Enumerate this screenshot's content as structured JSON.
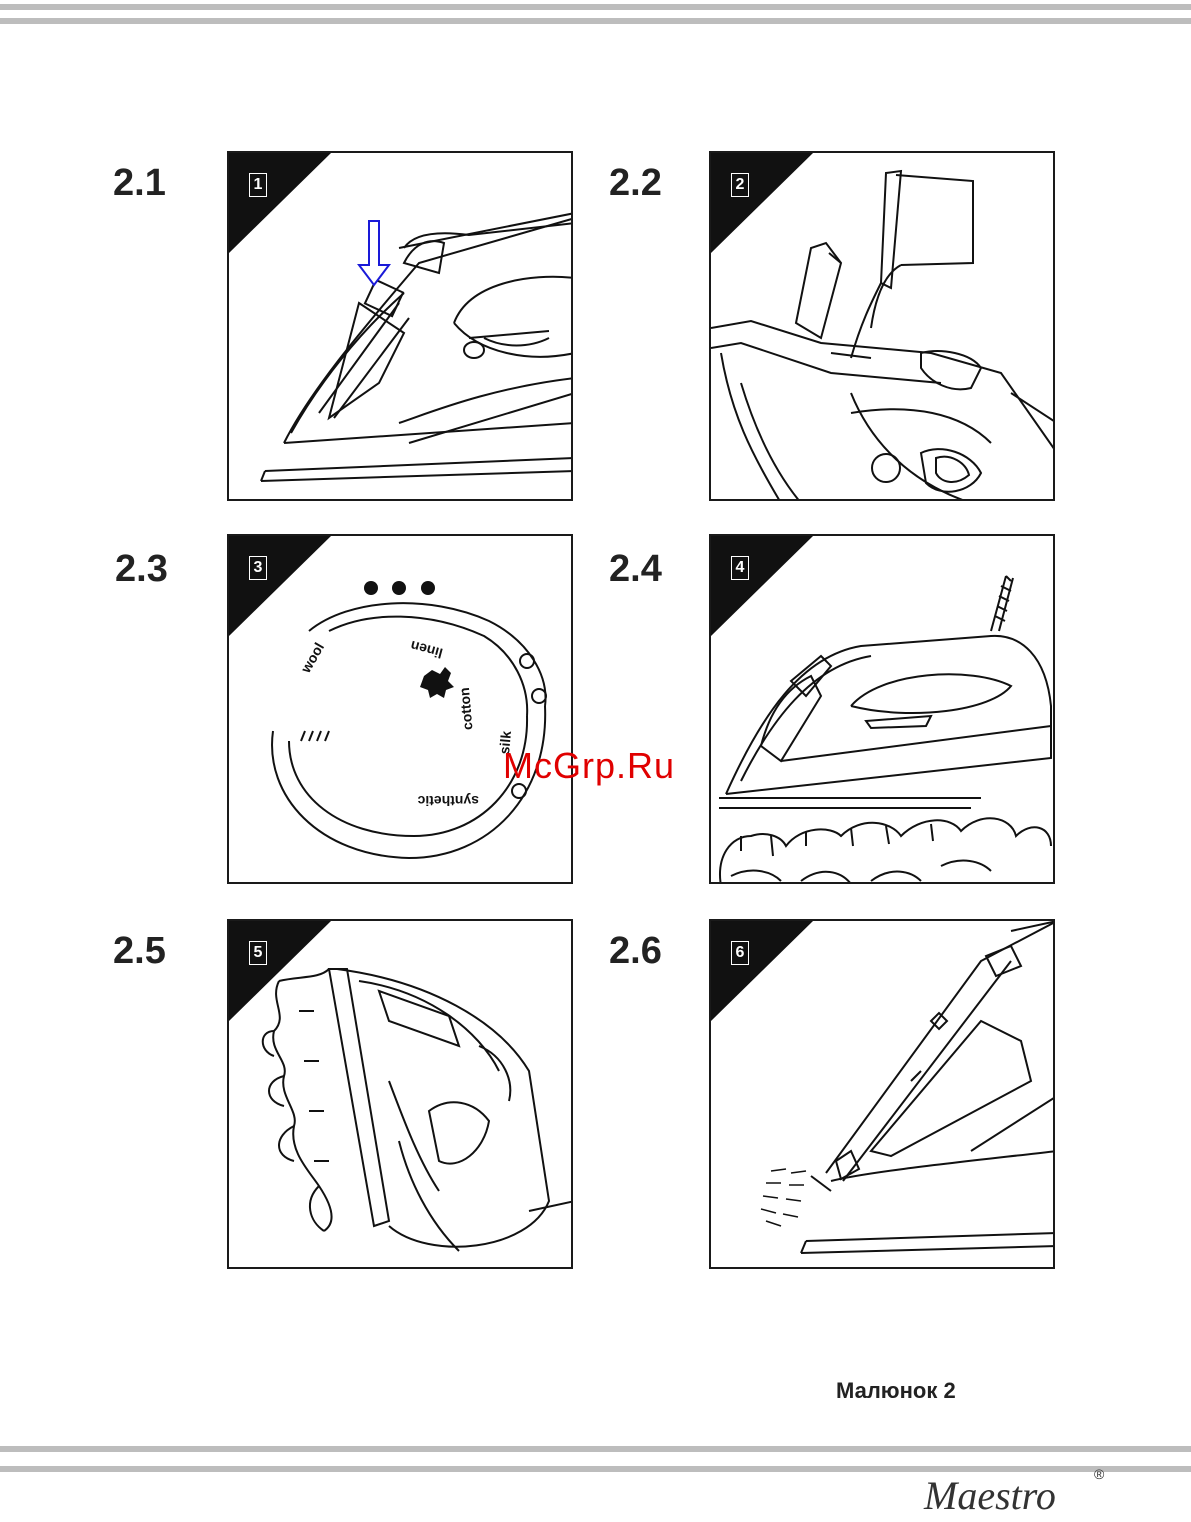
{
  "figures": [
    {
      "label": "2.1",
      "step": "1"
    },
    {
      "label": "2.2",
      "step": "2"
    },
    {
      "label": "2.3",
      "step": "3"
    },
    {
      "label": "2.4",
      "step": "4"
    },
    {
      "label": "2.5",
      "step": "5"
    },
    {
      "label": "2.6",
      "step": "6"
    }
  ],
  "caption": "Малюнок 2",
  "watermark": "McGrp.Ru",
  "brand": {
    "name": "Maestro",
    "mark": "®"
  },
  "dial_labels": {
    "synthetic": "synthetic",
    "wool": "wool",
    "silk": "silk",
    "cotton": "cotton",
    "linen": "linen"
  },
  "colors": {
    "rule": "#bdbdbd",
    "arrow": "#1a1ad8",
    "watermark": "#e00000"
  }
}
